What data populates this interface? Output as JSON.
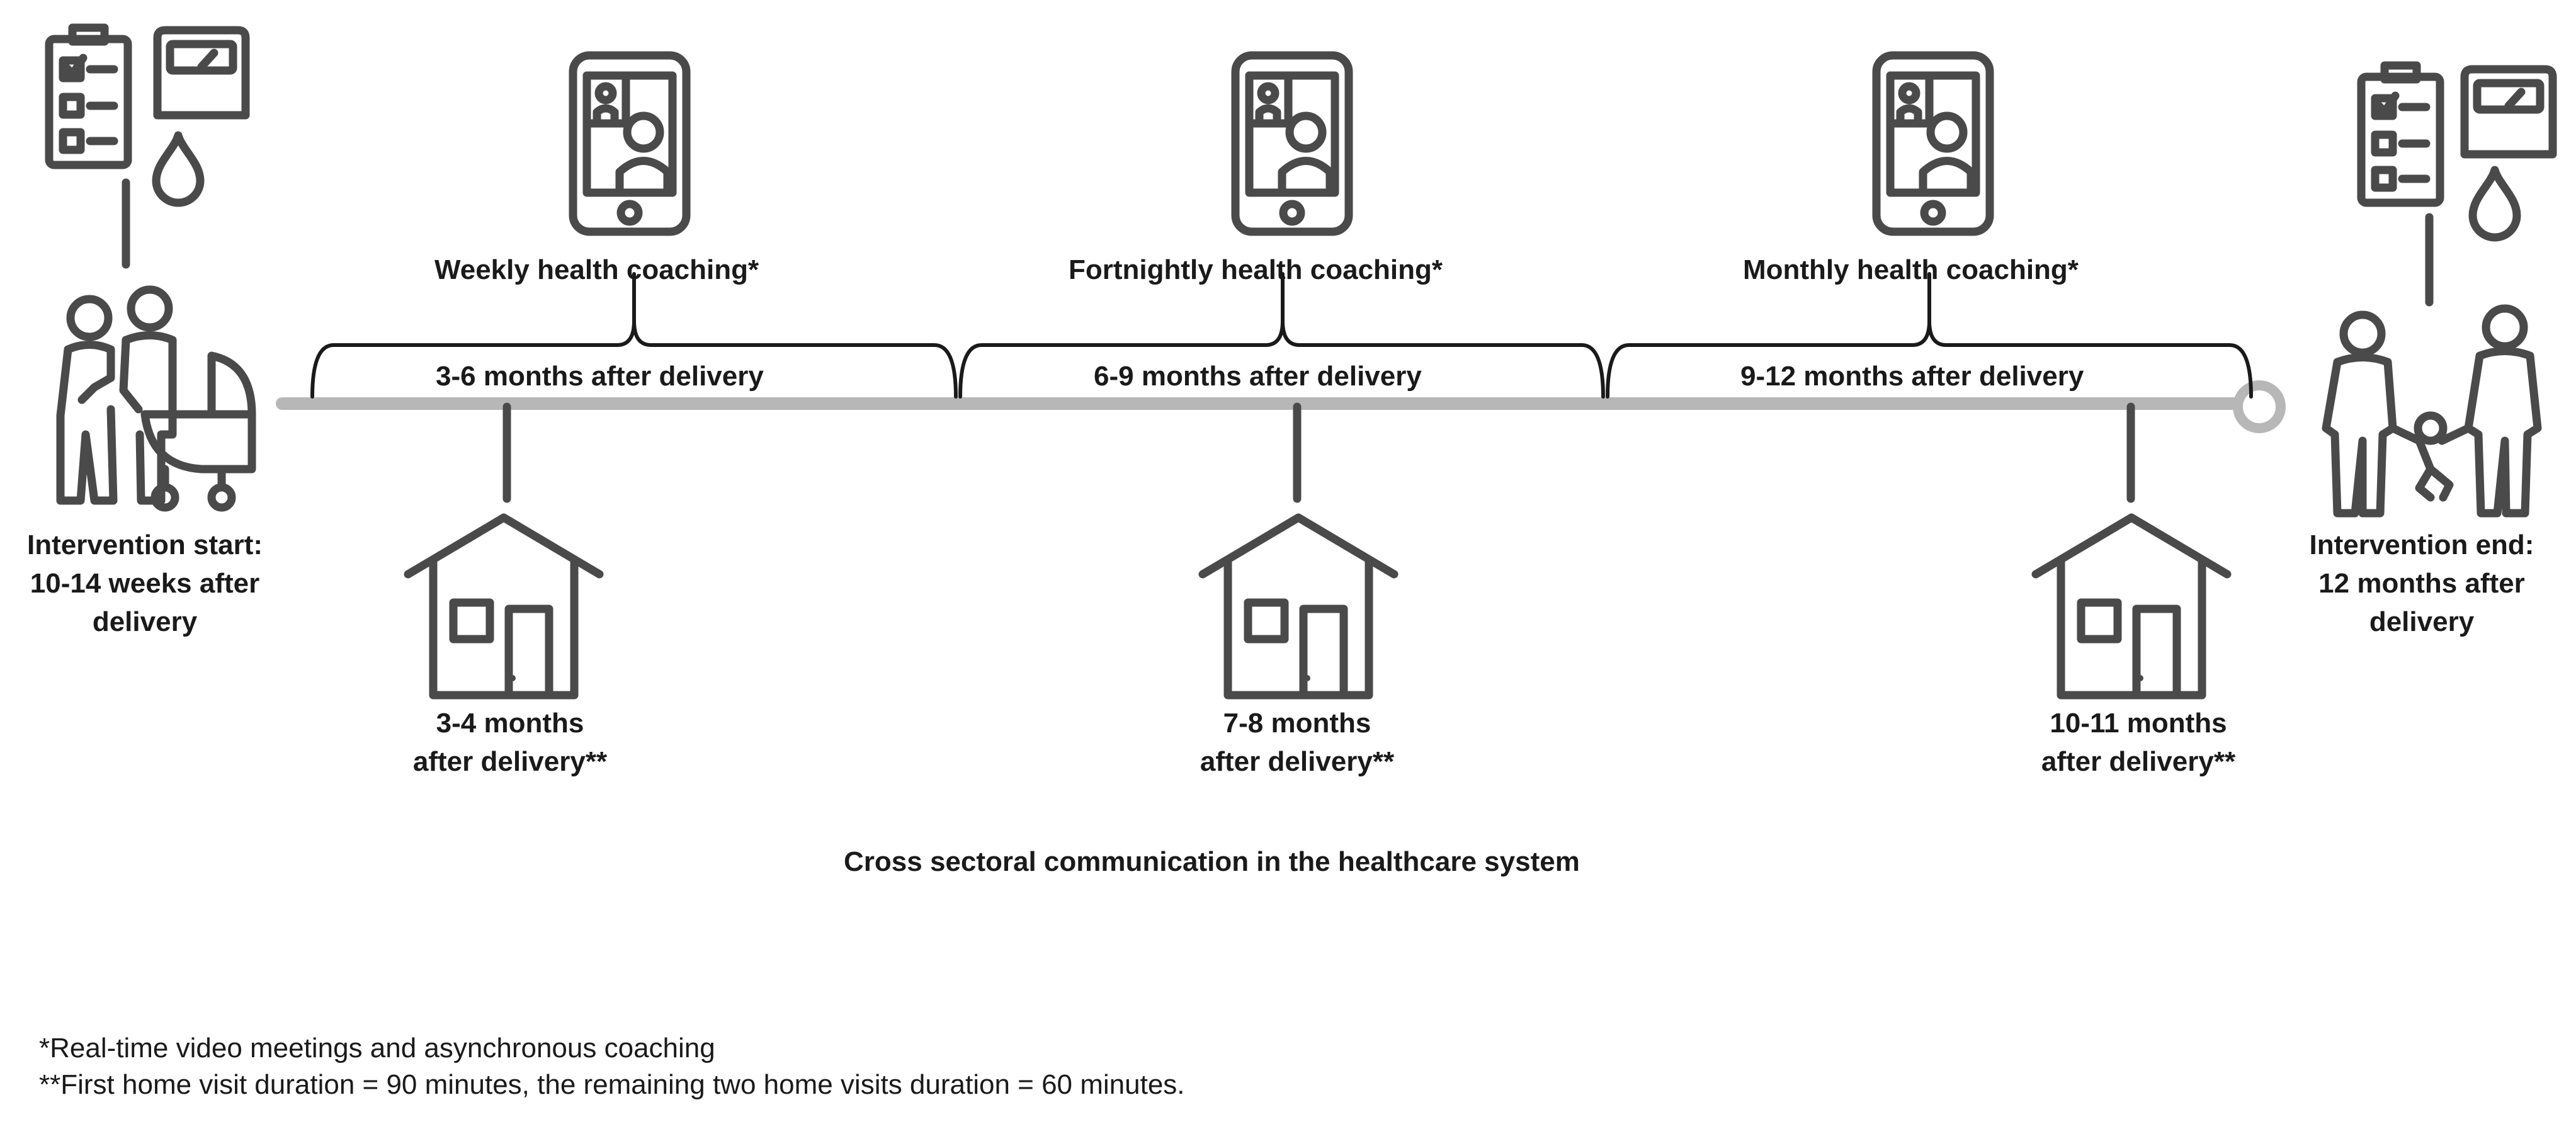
{
  "coaching_phases": [
    {
      "coaching_label": "Weekly health coaching*",
      "period_label": "3-6 months after delivery"
    },
    {
      "coaching_label": "Fortnightly health coaching*",
      "period_label": "6-9 months after delivery"
    },
    {
      "coaching_label": "Monthly health coaching*",
      "period_label": "9-12 months after delivery"
    }
  ],
  "home_visits": [
    {
      "line1": "3-4 months",
      "line2": "after delivery**"
    },
    {
      "line1": "7-8 months",
      "line2": "after delivery**"
    },
    {
      "line1": "10-11 months",
      "line2": "after delivery**"
    }
  ],
  "start": {
    "line1": "Intervention start:",
    "line2": "10-14 weeks after",
    "line3": "delivery"
  },
  "end": {
    "line1": "Intervention end:",
    "line2": "12 months after",
    "line3": "delivery"
  },
  "bottom_caption": "Cross sectoral communication in the healthcare system",
  "footnotes": [
    "*Real-time video meetings and asynchronous coaching",
    "**First home visit duration = 90 minutes, the remaining two home visits duration = 60 minutes."
  ],
  "icons": [
    "clipboard-icon",
    "scale-icon",
    "blood-drop-icon",
    "parents-with-stroller-icon",
    "smartphone-video-call-icon",
    "house-icon",
    "family-with-child-icon",
    "end-circle-icon"
  ],
  "colors": {
    "timeline": "#b7b7b7",
    "icon_stroke": "#4a4a4a",
    "text": "#1a1a1a"
  }
}
